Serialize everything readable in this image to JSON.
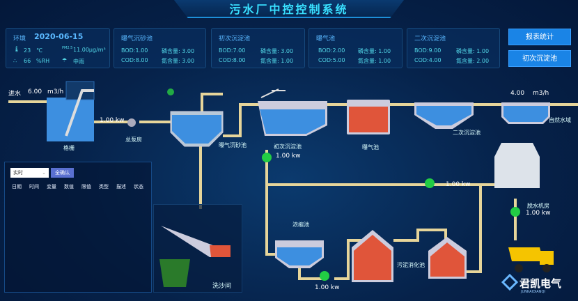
{
  "header": {
    "title": "污水厂中控控制系统"
  },
  "environment": {
    "label": "环境",
    "date": "2020-06-15",
    "temperature": "23",
    "temp_unit": "℃",
    "pm_label": "PM2.5",
    "pm_value": "11.00μg/m³",
    "humidity": "66",
    "humidity_unit": "%RH",
    "weather": "中雨"
  },
  "panels": [
    {
      "title": "曝气沉砂池",
      "bod": "BOD:1.00",
      "cod": "COD:8.00",
      "p": "磷含量:  3.00",
      "n": "氮含量:  3.00"
    },
    {
      "title": "初次沉淀池",
      "bod": "BOD:7.00",
      "cod": "COD:8.00",
      "p": "磷含量: 3.00",
      "n": "氮含量: 1.00"
    },
    {
      "title": "曝气池",
      "bod": "BOD:2.00",
      "cod": "COD:5.00",
      "p": "磷含量: 1.00",
      "n": "氮含量: 1.00"
    },
    {
      "title": "二次沉淀池",
      "bod": "BOD:9.00",
      "cod": "COD:4.00",
      "p": "磷含量: 1.00",
      "n": "氮含量: 2.00"
    }
  ],
  "buttons": {
    "report": "报表统计",
    "primary_tank": "初次沉淀池"
  },
  "alarm": {
    "select_value": "实时",
    "confirm_all": "全确认",
    "columns": [
      "日期",
      "时间",
      "变量",
      "数值",
      "限值",
      "类型",
      "描述",
      "状态"
    ]
  },
  "process": {
    "inflow_label": "进水",
    "inflow_value": "6.00",
    "inflow_unit": "m3/h",
    "outflow_value": "4.00",
    "outflow_unit": "m3/h",
    "grille": "格栅",
    "pump_house": "总泵房",
    "pump_house_kw": "1.00 kw",
    "aerated_grit": "曝气沉砂池",
    "primary": "初次沉淀池",
    "primary_kw": "1.00   kw",
    "aeration": "曝气池",
    "secondary": "二次沉淀池",
    "natural_water": "自然水域",
    "return_kw": "1.00 kw",
    "dewatering": "脱水机房",
    "dewatering_kw": "1.00  kw",
    "thickener": "浓缩池",
    "thickener_kw": "1.00 kw",
    "digester": "污泥消化池",
    "sand_washing": "洗沙间"
  },
  "logo": {
    "name": "君凯电气",
    "sub": "JUNKAIDIANQI"
  },
  "colors": {
    "pipe": "#e6d59a",
    "water": "#3d8fe0",
    "sludge": "#e0553a",
    "pump": "#22cc44",
    "accent": "#39e0ff"
  }
}
